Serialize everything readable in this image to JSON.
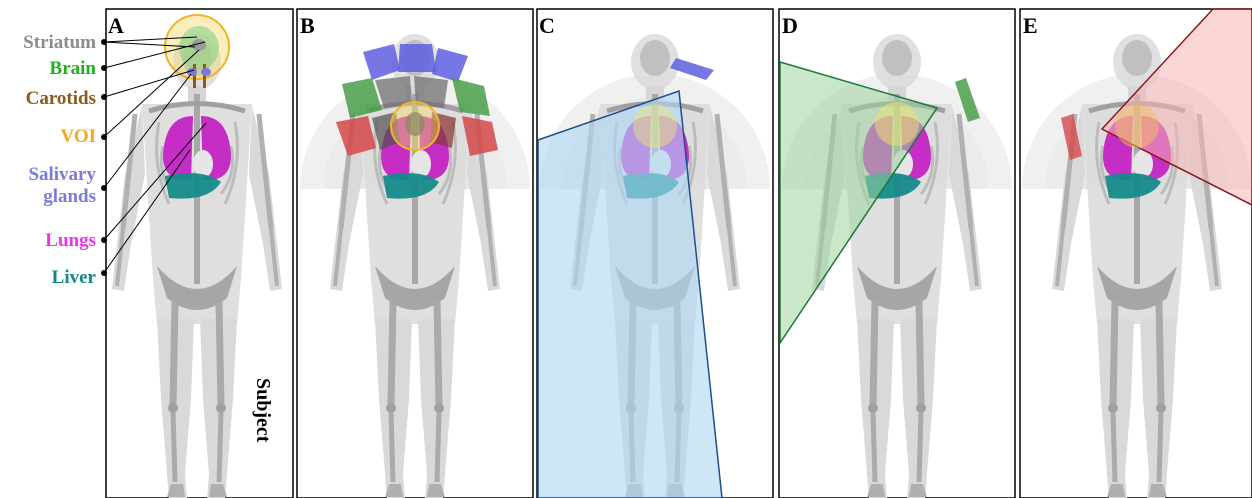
{
  "panels": [
    {
      "letter": "A"
    },
    {
      "letter": "B"
    },
    {
      "letter": "C"
    },
    {
      "letter": "D"
    },
    {
      "letter": "E"
    }
  ],
  "legend": [
    {
      "key": "striatum",
      "line1": "Striatum",
      "line2": "",
      "color": "#8c8c8c"
    },
    {
      "key": "brain",
      "line1": "Brain",
      "line2": "",
      "color": "#1fb01f"
    },
    {
      "key": "carotids",
      "line1": "Carotids",
      "line2": "",
      "color": "#8b5a1e"
    },
    {
      "key": "voi",
      "line1": "VOI",
      "line2": "",
      "color": "#f5a623"
    },
    {
      "key": "salivary",
      "line1": "Salivary",
      "line2": "glands",
      "color": "#7b7bdc"
    },
    {
      "key": "lungs",
      "line1": "Lungs",
      "line2": "",
      "color": "#ee33ee"
    },
    {
      "key": "liver",
      "line1": "Liver",
      "line2": "",
      "color": "#138585"
    }
  ],
  "subject_label": "Subject",
  "colors": {
    "frame": "#000000",
    "body": "#d9d9d9",
    "bone": "#b5b5b5",
    "lungs": "#c21dc2",
    "liver": "#148a8a",
    "voi": "#f2b632",
    "detector_blue": "#5e5ee0",
    "detector_green": "#4a9e4a",
    "detector_red": "#d64848",
    "beam_c": "#aed8f5",
    "beam_c_edge": "#1e4f8c",
    "beam_d": "#9fd49f",
    "beam_d_edge": "#1a7a3a",
    "beam_e": "#f5b5b5",
    "beam_e_edge": "#8b1a1a"
  }
}
